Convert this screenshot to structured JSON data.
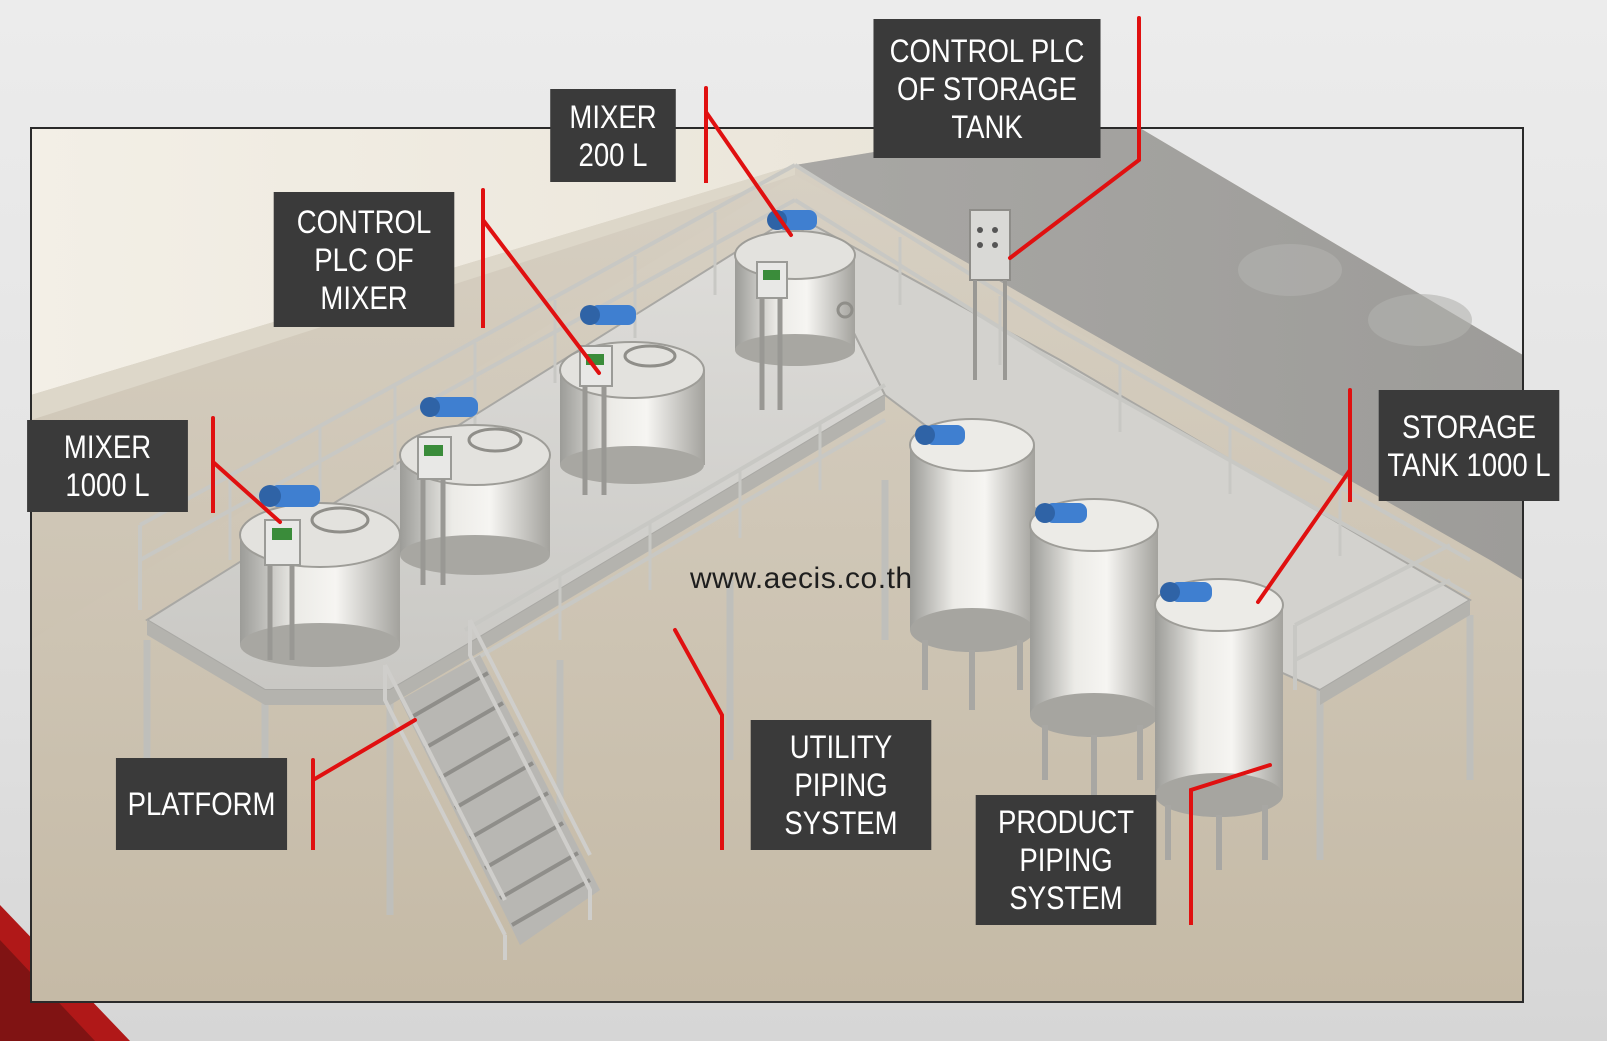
{
  "callouts": {
    "mixer_1000": [
      "MIXER",
      "1000 L"
    ],
    "control_plc_mixer": [
      "CONTROL",
      "PLC OF",
      "MIXER"
    ],
    "mixer_200": [
      "MIXER",
      "200 L"
    ],
    "control_plc_storage": [
      "CONTROL PLC",
      "OF STORAGE",
      "TANK"
    ],
    "storage_tank": [
      "STORAGE",
      "TANK 1000 L"
    ],
    "platform": [
      "PLATFORM"
    ],
    "utility_piping": [
      "UTILITY",
      "PIPING",
      "SYSTEM"
    ],
    "product_piping": [
      "PRODUCT",
      "PIPING",
      "SYSTEM"
    ]
  },
  "watermark": "www.aecis.co.th",
  "colors": {
    "callout_bg": "#3a3a3a",
    "callout_text": "#ffffff",
    "leader_line": "#e01010",
    "accent_red": "#b01818",
    "motor_blue": "#3f7fd0",
    "steel": "#d9d9d6",
    "floor": "#c9bfae"
  },
  "icons": [
    "mixer-tank",
    "storage-tank",
    "plc-control-box",
    "gear-motor",
    "stairs",
    "railing"
  ]
}
